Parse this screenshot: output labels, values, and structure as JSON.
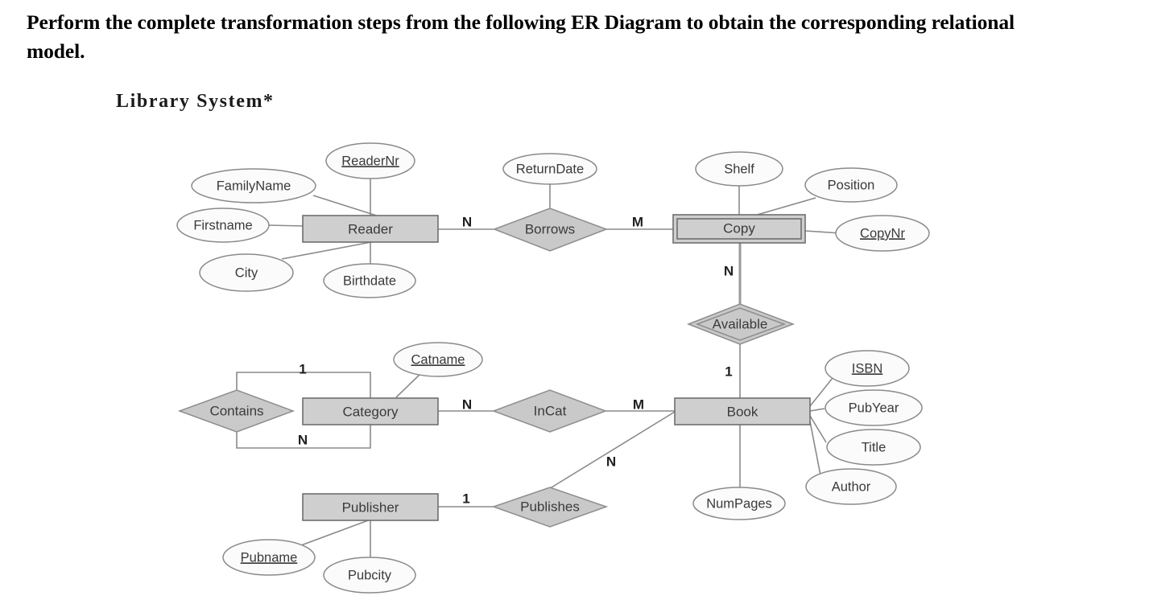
{
  "question": {
    "text": "Perform the complete transformation steps from the following ER Diagram to obtain the corresponding relational model."
  },
  "diagram": {
    "title": "Library System*",
    "entities": [
      {
        "id": "reader",
        "name": "Reader",
        "weak": false
      },
      {
        "id": "copy",
        "name": "Copy",
        "weak": true
      },
      {
        "id": "category",
        "name": "Category",
        "weak": false
      },
      {
        "id": "book",
        "name": "Book",
        "weak": false
      },
      {
        "id": "publisher",
        "name": "Publisher",
        "weak": false
      }
    ],
    "relationships": [
      {
        "id": "borrows",
        "name": "Borrows",
        "identifying": false
      },
      {
        "id": "available",
        "name": "Available",
        "identifying": true
      },
      {
        "id": "contains",
        "name": "Contains",
        "identifying": false
      },
      {
        "id": "incat",
        "name": "InCat",
        "identifying": false
      },
      {
        "id": "publishes",
        "name": "Publishes",
        "identifying": false
      }
    ],
    "attributes": [
      {
        "id": "readernr",
        "name": "ReaderNr",
        "key": true,
        "owner": "reader"
      },
      {
        "id": "familyname",
        "name": "FamilyName",
        "key": false,
        "owner": "reader"
      },
      {
        "id": "firstname",
        "name": "Firstname",
        "key": false,
        "owner": "reader"
      },
      {
        "id": "city",
        "name": "City",
        "key": false,
        "owner": "reader"
      },
      {
        "id": "birthdate",
        "name": "Birthdate",
        "key": false,
        "owner": "reader"
      },
      {
        "id": "returndate",
        "name": "ReturnDate",
        "key": false,
        "owner": "borrows"
      },
      {
        "id": "shelf",
        "name": "Shelf",
        "key": false,
        "owner": "copy"
      },
      {
        "id": "position",
        "name": "Position",
        "key": false,
        "owner": "copy"
      },
      {
        "id": "copynr",
        "name": "CopyNr",
        "key": true,
        "owner": "copy"
      },
      {
        "id": "catname",
        "name": "Catname",
        "key": true,
        "owner": "category"
      },
      {
        "id": "isbn",
        "name": "ISBN",
        "key": true,
        "owner": "book"
      },
      {
        "id": "pubyear",
        "name": "PubYear",
        "key": false,
        "owner": "book"
      },
      {
        "id": "title",
        "name": "Title",
        "key": false,
        "owner": "book"
      },
      {
        "id": "author",
        "name": "Author",
        "key": false,
        "owner": "book"
      },
      {
        "id": "numpages",
        "name": "NumPages",
        "key": false,
        "owner": "book"
      },
      {
        "id": "pubname",
        "name": "Pubname",
        "key": true,
        "owner": "publisher"
      },
      {
        "id": "pubcity",
        "name": "Pubcity",
        "key": false,
        "owner": "publisher"
      }
    ],
    "cardinalities": [
      {
        "id": "reader-borrows",
        "value": "N"
      },
      {
        "id": "borrows-copy",
        "value": "M"
      },
      {
        "id": "copy-available",
        "value": "N"
      },
      {
        "id": "available-book",
        "value": "1"
      },
      {
        "id": "contains-top",
        "value": "1"
      },
      {
        "id": "contains-bottom",
        "value": "N"
      },
      {
        "id": "category-incat",
        "value": "N"
      },
      {
        "id": "incat-book",
        "value": "M"
      },
      {
        "id": "book-publishes",
        "value": "N"
      },
      {
        "id": "publisher-publishes",
        "value": "1"
      }
    ],
    "colors": {
      "entity_fill": "#cfcfcf",
      "relationship_fill": "#c9c9c9",
      "attribute_fill": "#fbfbfb",
      "line": "#8a8a8a",
      "text": "#3a3a3a",
      "background": "#ffffff"
    }
  }
}
